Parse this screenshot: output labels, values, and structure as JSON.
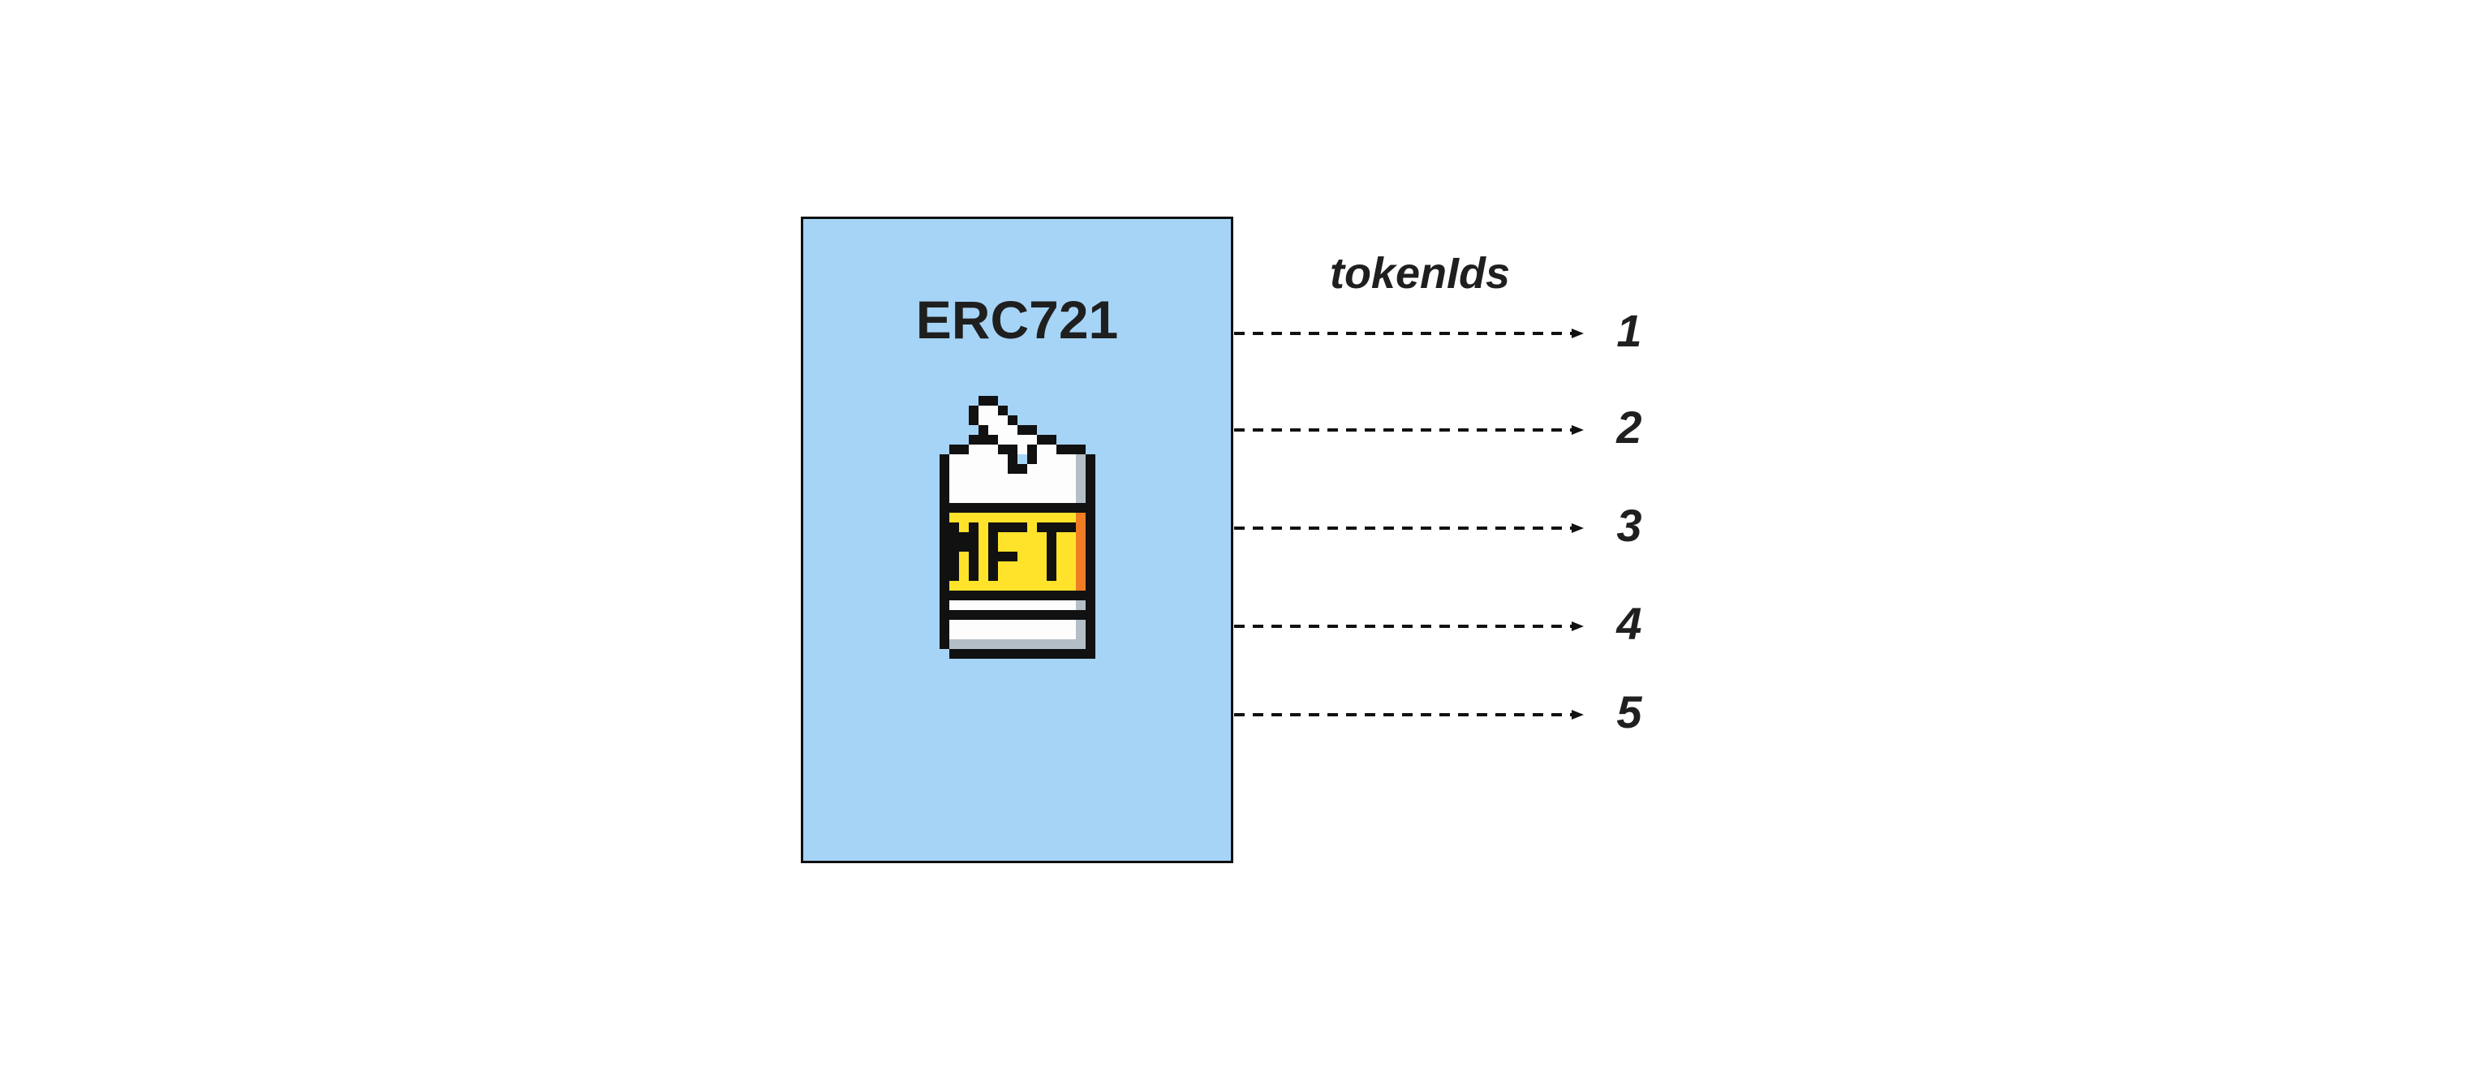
{
  "diagram": {
    "contract": {
      "title": "ERC721",
      "box_fill": "#a6d4f7",
      "box_border": "#101010"
    },
    "arrows_label": "tokenIds",
    "token_ids": [
      "1",
      "2",
      "3",
      "4",
      "5"
    ],
    "colors": {
      "text": "#1f1f1f",
      "arrow": "#111111"
    },
    "icon": {
      "name": "nft-tag-icon",
      "palette": {
        "K": "#111111",
        "W": "#fdfdfd",
        "Y": "#ffe32a",
        "O": "#ee7d23",
        "G": "#b3bec6",
        "B": "#a6d4f7"
      },
      "pixel_map": [
        "....KK..........",
        "...KWWK.........",
        "...KWWWK........",
        "....KWWWKK......",
        "...KKKWWWWKK....",
        ".KKWWWKKWKWWKKK.",
        "KWWWWWWKBKWWWWGK",
        "KWWWWWWKKWWWWWGK",
        "KWWWWWWWWWWWWWGK",
        "KWWWWWWWWWWWWWGK",
        "KWWWWWWWWWWWWWGK",
        "KKKKKKKKKKKKKKKK",
        "KYYYYYYYYYYYYYOK",
        "KKYKYKKKKYKKKKOK",
        "KKKKYKYYYYYKYYOK",
        "KKKKYKYYYYYKYYOK",
        "KKYKYKKKYYYKYYOK",
        "KKYKYKYYYYYKYYOK",
        "KKYKYKYYYYYKYYOK",
        "KYYYYYYYYYYYYYOK",
        "KKKKKKKKKKKKKKKK",
        "KWWWWWWWWWWWWWGK",
        "KKKKKKKKKKKKKKKK",
        "KWWWWWWWWWWWWWGK",
        "KWWWWWWWWWWWWWGK",
        "KGGGGGGGGGGGGGGK",
        ".KKKKKKKKKKKKKKK"
      ]
    }
  }
}
